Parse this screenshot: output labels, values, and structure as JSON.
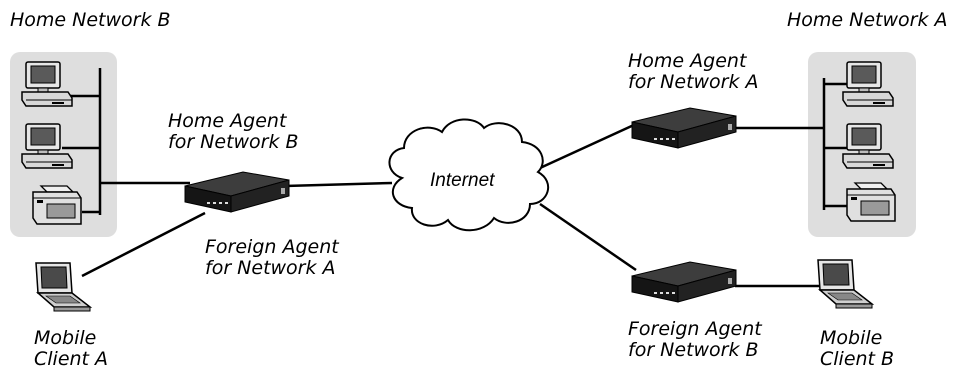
{
  "labels": {
    "home_network_b": "Home Network B",
    "home_network_a": "Home Network A",
    "home_agent_b": [
      "Home Agent",
      "for Network B"
    ],
    "home_agent_a": [
      "Home Agent",
      "for Network A"
    ],
    "foreign_agent_a": [
      "Foreign Agent",
      "for Network A"
    ],
    "foreign_agent_b": [
      "Foreign Agent",
      "for Network B"
    ],
    "mobile_client_a": [
      "Mobile",
      "Client A"
    ],
    "mobile_client_b": [
      "Mobile",
      "Client B"
    ],
    "internet": "Internet"
  },
  "colors": {
    "network_panel": "#dedede",
    "router_dark": "#1a1a1a",
    "router_top": "#3a3a3a",
    "line": "#000000"
  },
  "icons": {
    "desktop": "desktop-computer-icon",
    "printer": "printer-icon",
    "router": "router-icon",
    "laptop": "laptop-icon",
    "cloud": "cloud-icon"
  }
}
